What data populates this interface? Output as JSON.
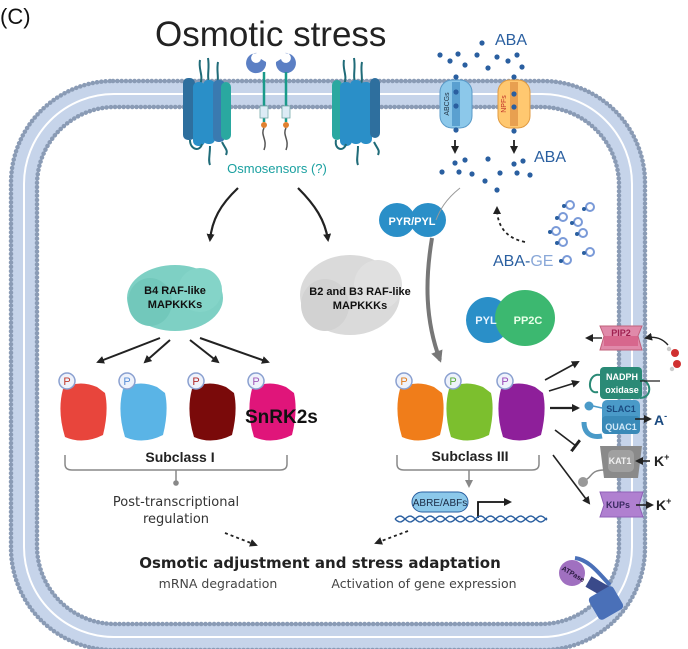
{
  "panel_label": "(C)",
  "title": "Osmotic stress",
  "osmosensors_label": "Osmosensors (?)",
  "aba": {
    "outside_label": "ABA",
    "inside_label": "ABA",
    "transporter_left": "ABCGs",
    "transporter_right": "NPFs",
    "conjugate_label_a": "ABA-",
    "conjugate_label_b": "GE"
  },
  "receptors": {
    "pyr_pyl": "PYR/PYL",
    "pyl": "PYL",
    "pp2c": "PP2C"
  },
  "mapkkks": {
    "b4_line1": "B4 RAF-like",
    "b4_line2": "MAPKKKs",
    "b23_line1": "B2 and B3 RAF-like",
    "b23_line2": "MAPKKKs"
  },
  "snrk2s_label": "SnRK2s",
  "phospho_badge": "P",
  "subclass_i": {
    "label": "Subclass I",
    "kinase_colors": [
      "#e8453c",
      "#5ab4e6",
      "#7a0a0a",
      "#e0157a"
    ],
    "badge_colors": [
      "#c0392b",
      "#5a8fd6",
      "#b02a2a",
      "#a05ab8"
    ]
  },
  "subclass_iii": {
    "label": "Subclass III",
    "kinase_colors": [
      "#f07d1a",
      "#7cbf2e",
      "#8e1f9a"
    ],
    "badge_colors": [
      "#e07a1a",
      "#5aaa3a",
      "#9a4ab8"
    ]
  },
  "post_transcriptional": {
    "line1": "Post-transcriptional",
    "line2": "regulation"
  },
  "abre_label": "ABRE/ABFs",
  "outcome": {
    "title": "Osmotic adjustment and stress adaptation",
    "left": "mRNA degradation",
    "right": "Activation of gene expression"
  },
  "channels": {
    "pip2": "PIP2",
    "nadph_line1": "NADPH",
    "nadph_line2": "oxidase",
    "slac1": "SLAC1",
    "quac1": "QUAC1",
    "anion": "A",
    "anion_charge": "-",
    "kat1": "KAT1",
    "kup": "KUPs",
    "potassium": "K",
    "potassium_charge": "+",
    "atpase": "ATPase"
  },
  "colors": {
    "membrane_head": "#8a9bb5",
    "membrane_tail": "#c6d4ea",
    "osmosensor_text": "#1aa0a0",
    "aba_blue": "#2a5fa0",
    "aba_ge_light": "#8aa8d8",
    "arrow": "#222222"
  }
}
